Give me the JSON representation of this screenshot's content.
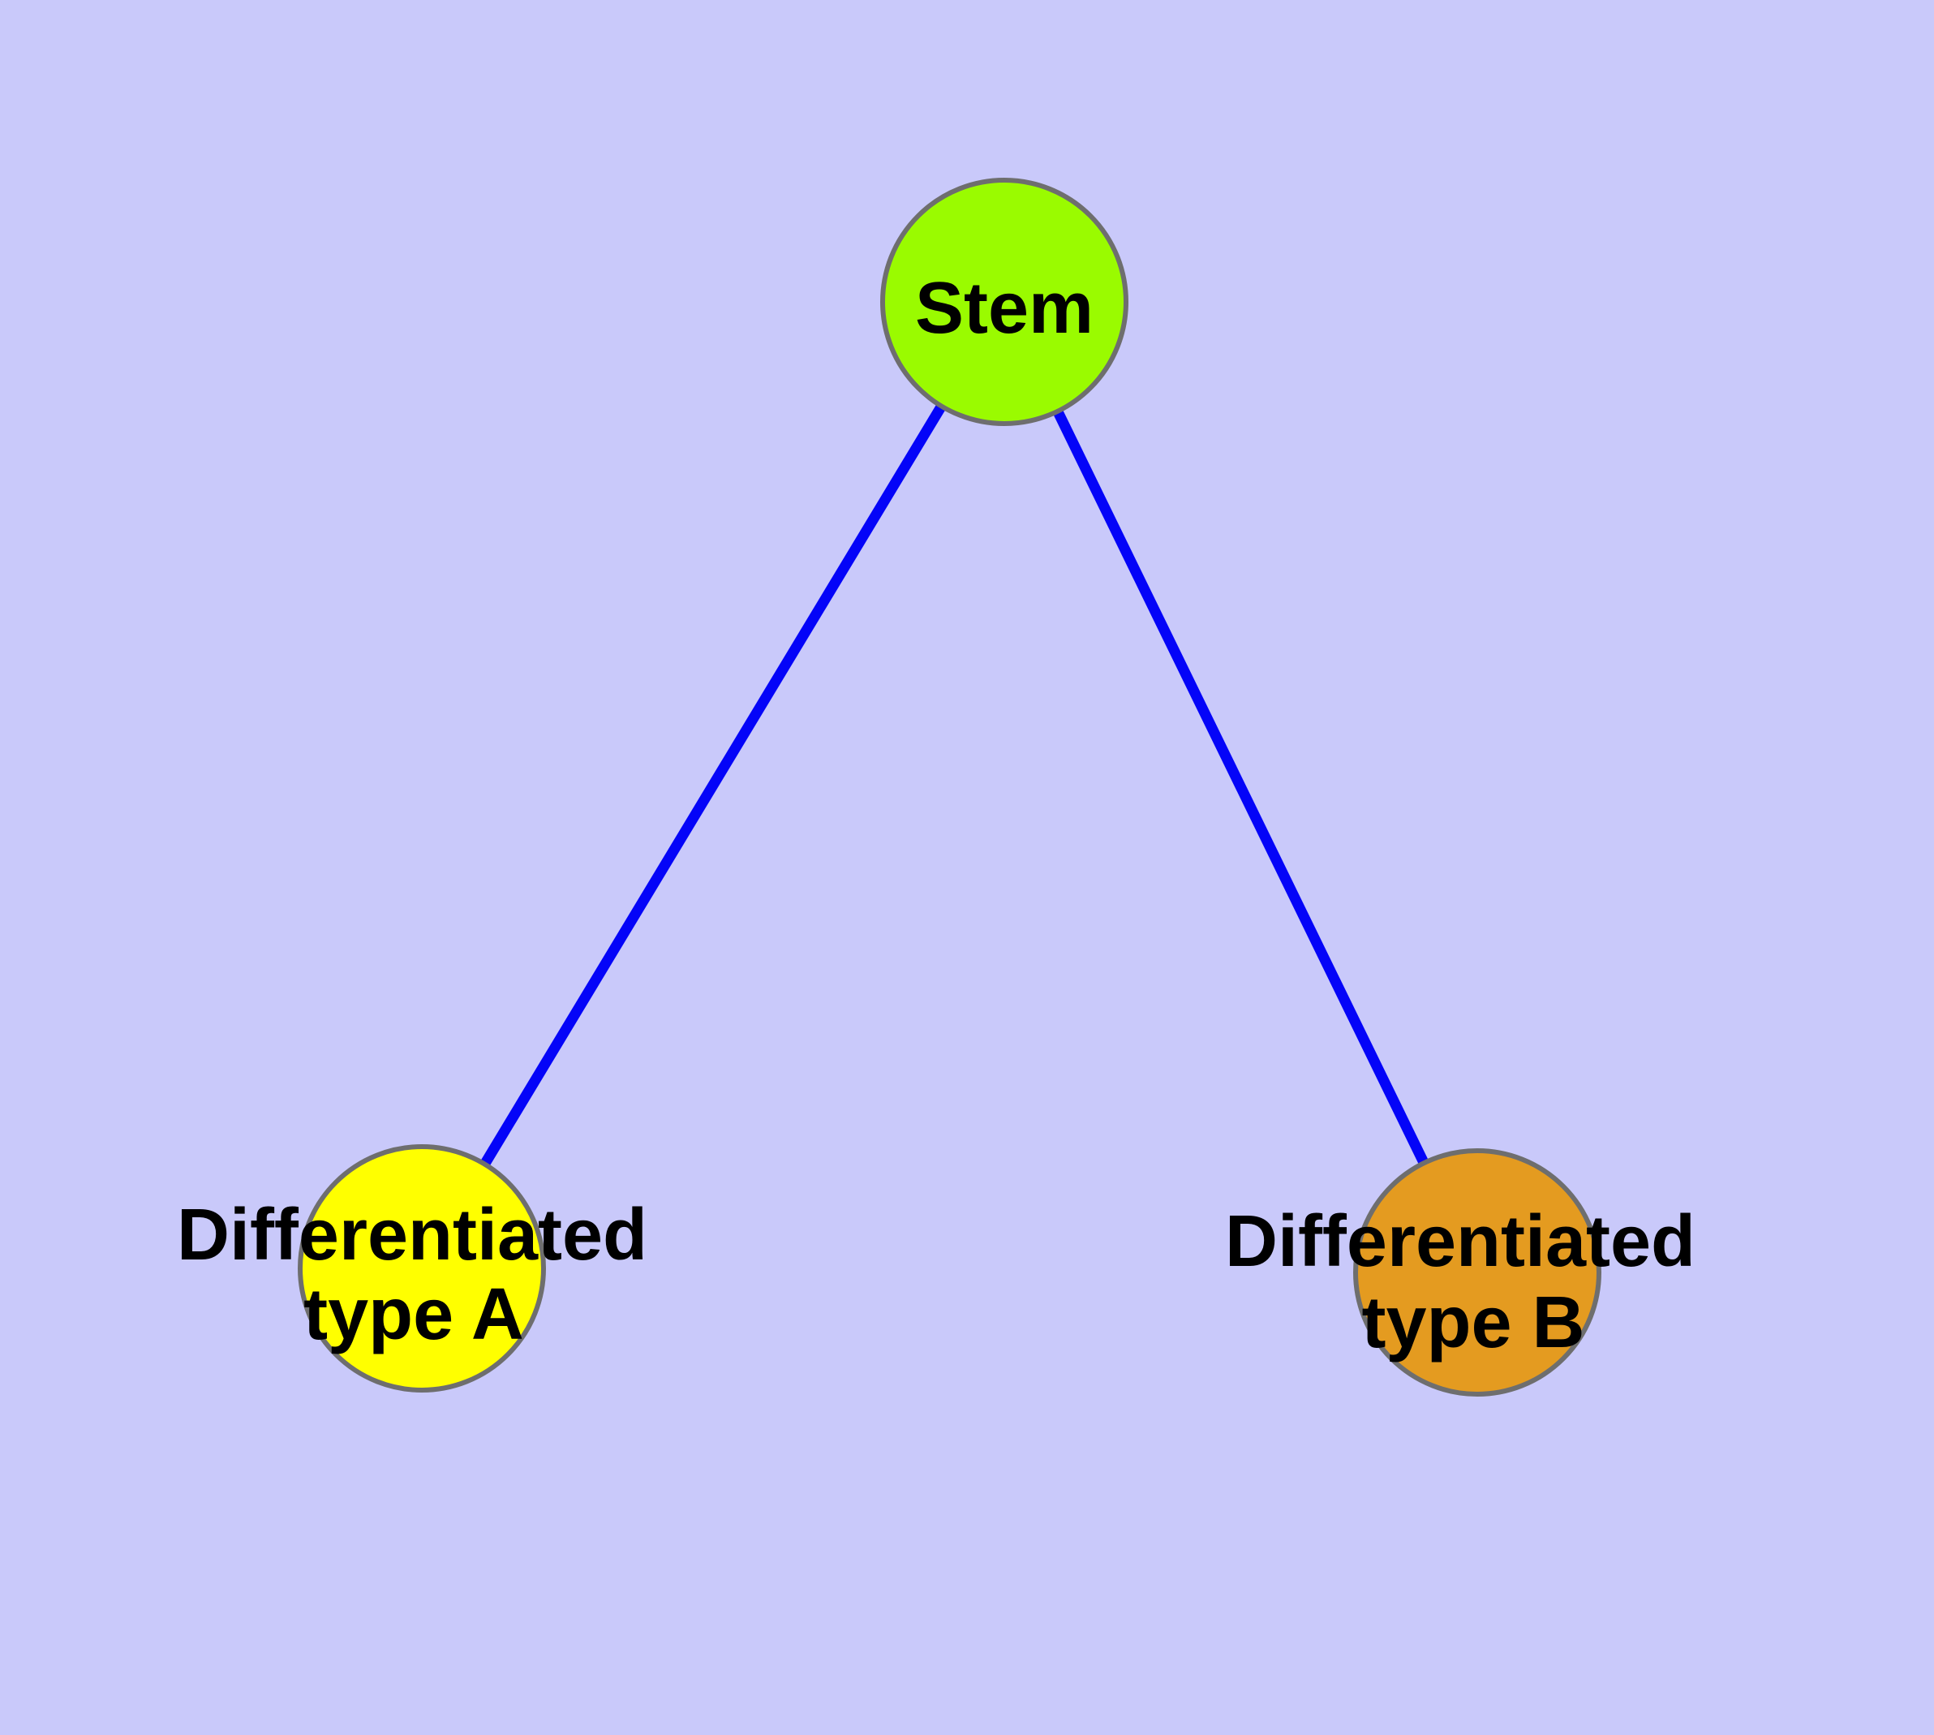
{
  "canvas": {
    "background_color": "#C9C9FA"
  },
  "diagram": {
    "type": "node-link-graph",
    "description": "Tree diagram of a stem cell differentiating into two cell types"
  },
  "nodes": [
    {
      "id": "stem",
      "label": "Stem",
      "fill": "#9AFB00",
      "frame_color": "#6E6E6E",
      "label_color": "#000000"
    },
    {
      "id": "typeA",
      "label": "Differentiated type A",
      "label_lines": [
        "Differentiated",
        "type A"
      ],
      "fill": "#FFFF00",
      "frame_color": "#6E6E6E",
      "label_color": "#000000"
    },
    {
      "id": "typeB",
      "label": "Differentiated type B",
      "label_lines": [
        "Differentiated",
        "type B"
      ],
      "fill": "#E49B20",
      "frame_color": "#6E6E6E",
      "label_color": "#000000"
    }
  ],
  "edges": [
    {
      "from": "stem",
      "to": "typeA",
      "color": "#0404F8"
    },
    {
      "from": "stem",
      "to": "typeB",
      "color": "#0404F8"
    }
  ]
}
